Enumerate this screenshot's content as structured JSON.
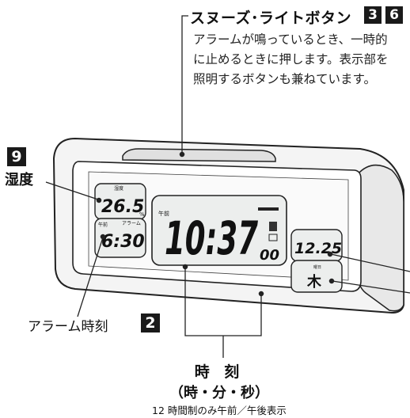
{
  "snooze": {
    "title": "スヌーズ･ライトボタン",
    "badges": [
      "3",
      "6"
    ],
    "description_lines": [
      "アラームが鳴っているとき、一時的",
      "に止めるときに押します。表示部を",
      "照明するボタンも兼ねています。"
    ]
  },
  "humidity": {
    "badge": "9",
    "label": "湿度"
  },
  "alarm": {
    "label": "アラーム時刻",
    "badge": "2"
  },
  "time": {
    "heading": "時 刻",
    "subheading": "（時・分・秒）",
    "note": "12 時間制のみ午前／午後表示"
  },
  "clock": {
    "humidity_header": "湿度",
    "humidity_value": "26.5",
    "humidity_unit": "%",
    "alarm_ampm": "午前",
    "alarm_header": "アラーム",
    "alarm_time": "6:30",
    "ampm": "午前",
    "time_hm": "10:37",
    "seconds": "00",
    "date_value": "12.25",
    "weekday_header": "曜日",
    "weekday": "木"
  }
}
